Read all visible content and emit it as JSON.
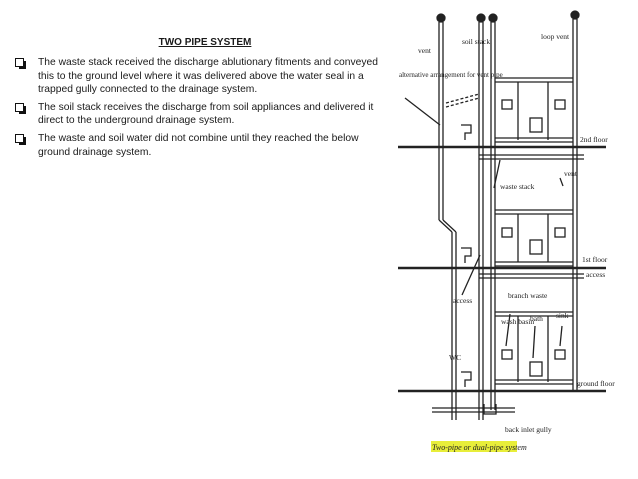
{
  "slide": {
    "title": "TWO PIPE SYSTEM",
    "bullets": [
      "The waste stack received the discharge ablutionary fitments and conveyed this to the ground level where it was delivered above the water seal in a trapped gully connected to the drainage system.",
      "The soil stack receives the discharge from soil appliances and delivered it direct to the underground drainage system.",
      " The waste and soil water did not combine until they reached the below ground drainage system."
    ]
  },
  "diagram": {
    "labels": {
      "vent": "vent",
      "soil_stack": "soil stack",
      "loop_vent": "loop vent",
      "alternative": "alternative arrangement for vent pipe",
      "second_floor": "2nd floor",
      "vent2": "vent",
      "waste_stack": "waste stack",
      "first_floor": "1st floor",
      "access_right": "access",
      "access_left": "access",
      "branch_waste": "branch waste",
      "wash_basin": "wash basin",
      "bath": "bath",
      "sink": "sink",
      "wc": "WC",
      "ground_floor": "ground floor",
      "back_inlet_gully": "back inlet gully",
      "caption": "Two-pipe or dual-pipe system"
    },
    "colors": {
      "caption_highlight": "#e8ee3a",
      "line": "#222222"
    }
  }
}
